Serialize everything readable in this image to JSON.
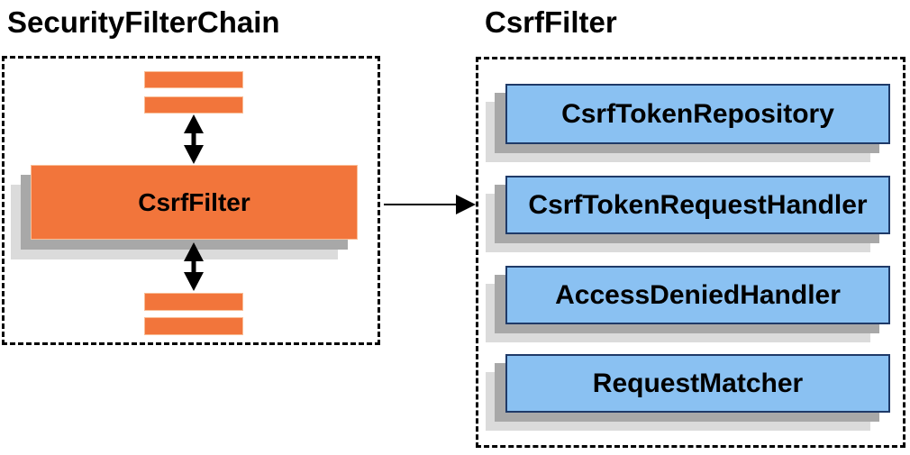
{
  "left_panel": {
    "title": "SecurityFilterChain",
    "filter_box_label": "CsrfFilter"
  },
  "right_panel": {
    "title": "CsrfFilter",
    "components": [
      {
        "label": "CsrfTokenRepository"
      },
      {
        "label": "CsrfTokenRequestHandler"
      },
      {
        "label": "AccessDeniedHandler"
      },
      {
        "label": "RequestMatcher"
      }
    ]
  },
  "icons": {
    "vertical_double_arrow": "↕",
    "right_arrow": "→"
  },
  "colors": {
    "background": "#FFFFFF",
    "orange_fill": "#F2753B",
    "orange_edge": "#F9BE97",
    "blue_fill": "#8AC1F2",
    "blue_border": "#1F3A68",
    "shadow_mid": "#A8A8A8",
    "shadow_light": "#DBDBDB",
    "line_black": "#000000"
  }
}
